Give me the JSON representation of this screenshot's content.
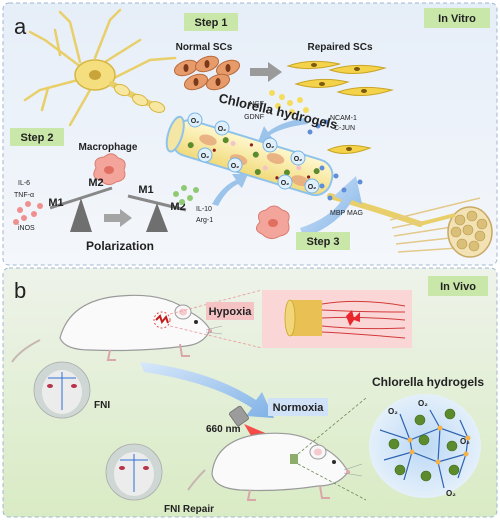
{
  "panel_a": {
    "letter": "a",
    "mode_badge": "In Vitro",
    "step1": "Step 1",
    "step2": "Step 2",
    "step3": "Step 3",
    "normal_scs": "Normal SCs",
    "repaired_scs": "Repaired SCs",
    "ngf": "NGF",
    "gdnf": "GDNF",
    "ncam1": "NCAM-1",
    "cjun": "C-JUN",
    "chlorella_hydrogels": "Chlorella hydrogels",
    "macrophage": "Macrophage",
    "il6": "IL-6",
    "tnfa": "TNF-α",
    "inos": "iNOS",
    "m1_left": "M1",
    "m2_left": "M2",
    "m1_right": "M1",
    "m2_right": "M2",
    "il10": "IL-10",
    "arg1": "Arg-1",
    "polarization": "Polarization",
    "mbp_mag": "MBP MAG",
    "o2": "O₂"
  },
  "panel_b": {
    "letter": "b",
    "mode_badge": "In Vivo",
    "hypoxia": "Hypoxia",
    "normoxia": "Normoxia",
    "fni": "FNI",
    "fni_repair": "FNI Repair",
    "laser_wavelength": "660 nm",
    "chlorella_hydrogels": "Chlorella hydrogels",
    "o2": "O₂"
  },
  "colors": {
    "step_badge_green": "#c9e7a9",
    "hypoxia_badge": "#f6c3c5",
    "normoxia_badge": "#cfe2f7",
    "laser_red": "#e8262b",
    "chlorella_green": "#5c8b2d",
    "o2_blue": "#1e62b6"
  }
}
